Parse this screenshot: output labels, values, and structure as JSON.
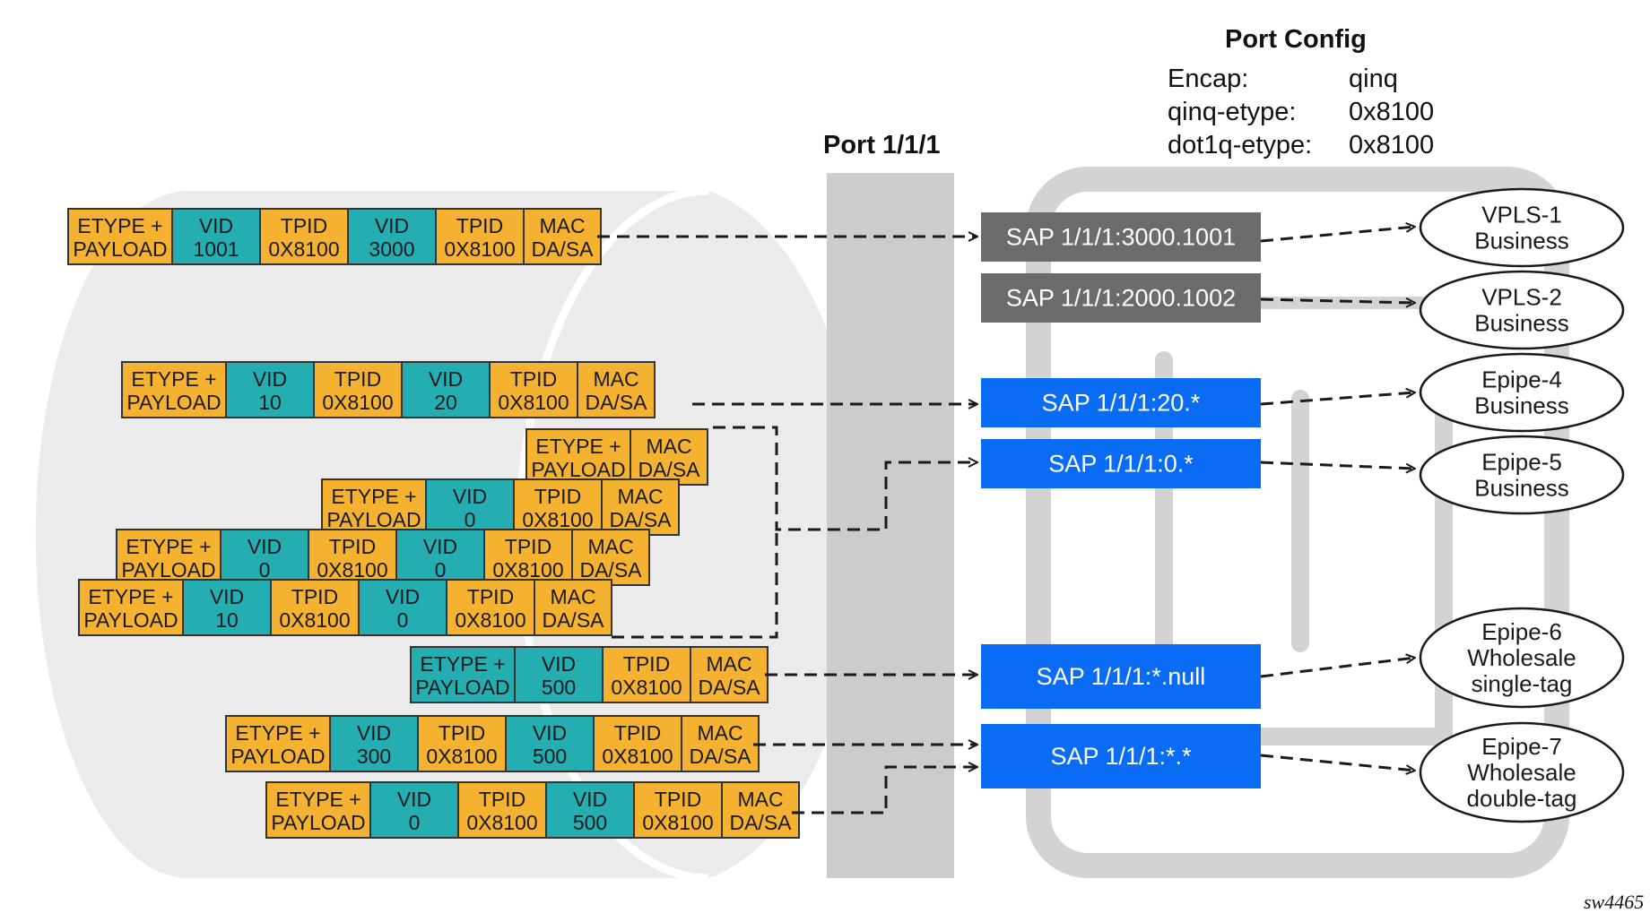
{
  "colors": {
    "payload": "#f5b231",
    "vid": "#25aeb2",
    "tpid": "#f5b231",
    "mac": "#f5b231",
    "sap_gray": "#6b6b6b",
    "sap_blue": "#0a6cf5",
    "cylinder": "#ebebeb",
    "port_bar": "#cccccc",
    "service_loop": "#d3d3d3"
  },
  "port_label": "Port 1/1/1",
  "port_config": {
    "title": "Port Config",
    "rows": [
      {
        "key": "Encap:",
        "value": "qinq"
      },
      {
        "key": "qinq-etype:",
        "value": "0x8100"
      },
      {
        "key": "dot1q-etype:",
        "value": "0x8100"
      }
    ]
  },
  "frames": [
    {
      "fields": [
        {
          "type": "payload",
          "l1": "ETYPE +",
          "l2": "PAYLOAD"
        },
        {
          "type": "vid",
          "l1": "VID",
          "l2": "1001"
        },
        {
          "type": "tpid",
          "l1": "TPID",
          "l2": "0X8100"
        },
        {
          "type": "vid",
          "l1": "VID",
          "l2": "3000"
        },
        {
          "type": "tpid",
          "l1": "TPID",
          "l2": "0X8100"
        },
        {
          "type": "mac",
          "l1": "MAC",
          "l2": "DA/SA"
        }
      ]
    },
    {
      "fields": [
        {
          "type": "payload",
          "l1": "ETYPE +",
          "l2": "PAYLOAD"
        },
        {
          "type": "vid",
          "l1": "VID",
          "l2": "10"
        },
        {
          "type": "tpid",
          "l1": "TPID",
          "l2": "0X8100"
        },
        {
          "type": "vid",
          "l1": "VID",
          "l2": "20"
        },
        {
          "type": "tpid",
          "l1": "TPID",
          "l2": "0X8100"
        },
        {
          "type": "mac",
          "l1": "MAC",
          "l2": "DA/SA"
        }
      ]
    },
    {
      "fields": [
        {
          "type": "payload",
          "l1": "ETYPE +",
          "l2": "PAYLOAD"
        },
        {
          "type": "mac",
          "l1": "MAC",
          "l2": "DA/SA"
        }
      ]
    },
    {
      "fields": [
        {
          "type": "payload",
          "l1": "ETYPE +",
          "l2": "PAYLOAD"
        },
        {
          "type": "vid",
          "l1": "VID",
          "l2": "0"
        },
        {
          "type": "tpid",
          "l1": "TPID",
          "l2": "0X8100"
        },
        {
          "type": "mac",
          "l1": "MAC",
          "l2": "DA/SA"
        }
      ]
    },
    {
      "fields": [
        {
          "type": "payload",
          "l1": "ETYPE +",
          "l2": "PAYLOAD"
        },
        {
          "type": "vid",
          "l1": "VID",
          "l2": "0"
        },
        {
          "type": "tpid",
          "l1": "TPID",
          "l2": "0X8100"
        },
        {
          "type": "vid",
          "l1": "VID",
          "l2": "0"
        },
        {
          "type": "tpid",
          "l1": "TPID",
          "l2": "0X8100"
        },
        {
          "type": "mac",
          "l1": "MAC",
          "l2": "DA/SA"
        }
      ]
    },
    {
      "fields": [
        {
          "type": "payload",
          "l1": "ETYPE +",
          "l2": "PAYLOAD"
        },
        {
          "type": "vid",
          "l1": "VID",
          "l2": "10"
        },
        {
          "type": "tpid",
          "l1": "TPID",
          "l2": "0X8100"
        },
        {
          "type": "vid",
          "l1": "VID",
          "l2": "0"
        },
        {
          "type": "tpid",
          "l1": "TPID",
          "l2": "0X8100"
        },
        {
          "type": "mac",
          "l1": "MAC",
          "l2": "DA/SA"
        }
      ]
    },
    {
      "fields": [
        {
          "type": "vid",
          "l1": "ETYPE +",
          "l2": "PAYLOAD"
        },
        {
          "type": "vid",
          "l1": "VID",
          "l2": "500"
        },
        {
          "type": "tpid",
          "l1": "TPID",
          "l2": "0X8100"
        },
        {
          "type": "mac",
          "l1": "MAC",
          "l2": "DA/SA"
        }
      ]
    },
    {
      "fields": [
        {
          "type": "payload",
          "l1": "ETYPE +",
          "l2": "PAYLOAD"
        },
        {
          "type": "vid",
          "l1": "VID",
          "l2": "300"
        },
        {
          "type": "tpid",
          "l1": "TPID",
          "l2": "0X8100"
        },
        {
          "type": "vid",
          "l1": "VID",
          "l2": "500"
        },
        {
          "type": "tpid",
          "l1": "TPID",
          "l2": "0X8100"
        },
        {
          "type": "mac",
          "l1": "MAC",
          "l2": "DA/SA"
        }
      ]
    },
    {
      "fields": [
        {
          "type": "payload",
          "l1": "ETYPE +",
          "l2": "PAYLOAD"
        },
        {
          "type": "vid",
          "l1": "VID",
          "l2": "0"
        },
        {
          "type": "tpid",
          "l1": "TPID",
          "l2": "0X8100"
        },
        {
          "type": "vid",
          "l1": "VID",
          "l2": "500"
        },
        {
          "type": "tpid",
          "l1": "TPID",
          "l2": "0X8100"
        },
        {
          "type": "mac",
          "l1": "MAC",
          "l2": "DA/SA"
        }
      ]
    }
  ],
  "saps": [
    {
      "label": "SAP 1/1/1:3000.1001",
      "style": "gray"
    },
    {
      "label": "SAP 1/1/1:2000.1002",
      "style": "gray"
    },
    {
      "label": "SAP 1/1/1:20.*",
      "style": "blue"
    },
    {
      "label": "SAP 1/1/1:0.*",
      "style": "blue"
    },
    {
      "label": "SAP 1/1/1:*.null",
      "style": "blue"
    },
    {
      "label": "SAP 1/1/1:*.*",
      "style": "blue"
    }
  ],
  "services": [
    {
      "lines": [
        "VPLS-1",
        "Business"
      ]
    },
    {
      "lines": [
        "VPLS-2",
        "Business"
      ]
    },
    {
      "lines": [
        "Epipe-4",
        "Business"
      ]
    },
    {
      "lines": [
        "Epipe-5",
        "Business"
      ]
    },
    {
      "lines": [
        "Epipe-6",
        "Wholesale",
        "single-tag"
      ]
    },
    {
      "lines": [
        "Epipe-7",
        "Wholesale",
        "double-tag"
      ]
    }
  ],
  "figure_id": "sw4465"
}
